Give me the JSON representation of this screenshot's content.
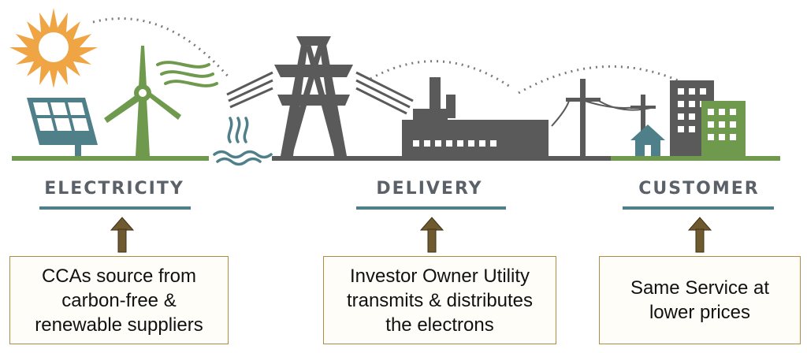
{
  "colors": {
    "sun": "#f0a545",
    "green": "#6f9a4e",
    "blue": "#4f7f88",
    "gray": "#5a5a5a",
    "arrow": "#5b4a28",
    "box_border": "#b08b45"
  },
  "icons": [
    "sun-icon",
    "solar-panel-icon",
    "wind-turbine-icon",
    "heat-waves-icon",
    "transmission-tower-icon",
    "factory-icon",
    "utility-pole-icon",
    "house-icon",
    "buildings-icon"
  ],
  "stages": [
    {
      "heading": "ELECTRICITY",
      "caption": "CCAs source from\ncarbon-free &\nrenewable suppliers"
    },
    {
      "heading": "DELIVERY",
      "caption": "Investor Owner Utility\ntransmits & distributes\nthe electrons"
    },
    {
      "heading": "CUSTOMER",
      "caption": "Same Service at\nlower prices"
    }
  ]
}
